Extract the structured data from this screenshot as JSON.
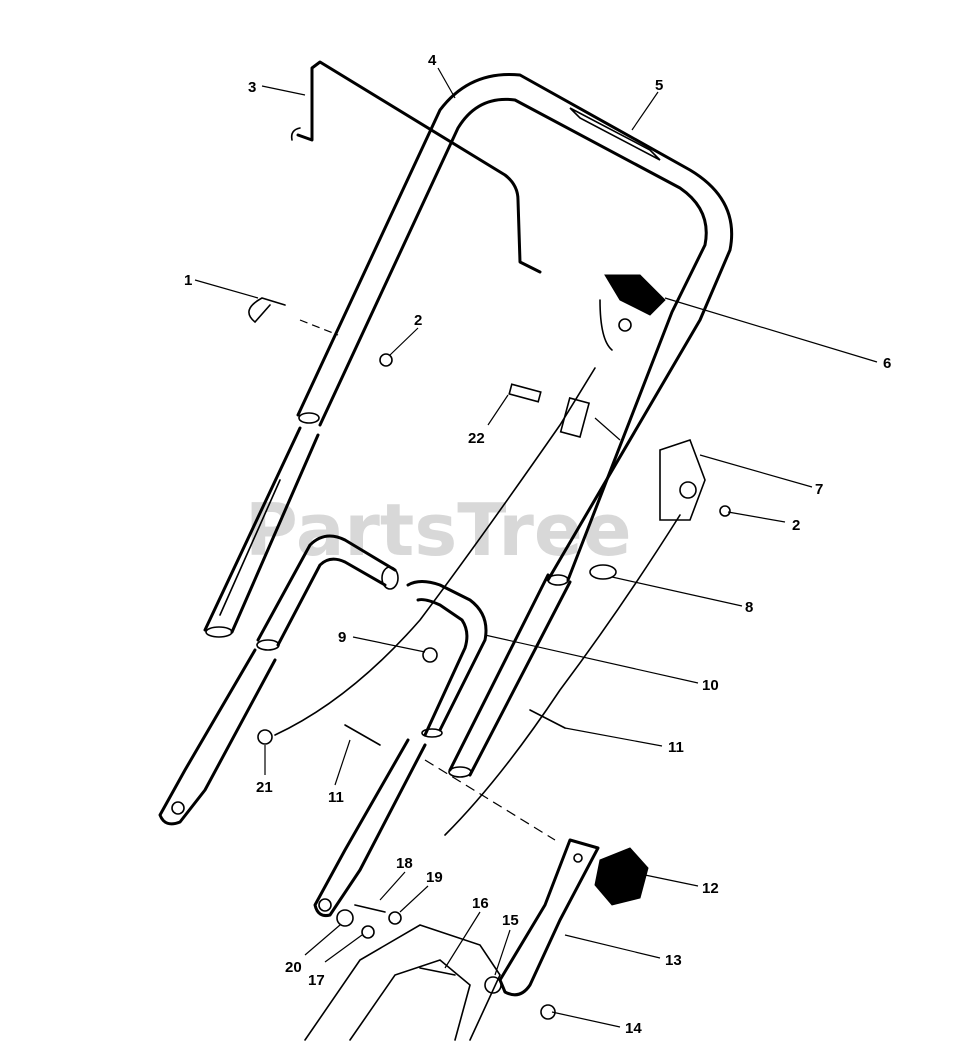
{
  "watermark": "PartsTree",
  "callouts": [
    {
      "id": "c1",
      "label": "1"
    },
    {
      "id": "c2a",
      "label": "2"
    },
    {
      "id": "c2b",
      "label": "2"
    },
    {
      "id": "c3",
      "label": "3"
    },
    {
      "id": "c4",
      "label": "4"
    },
    {
      "id": "c5",
      "label": "5"
    },
    {
      "id": "c6",
      "label": "6"
    },
    {
      "id": "c7",
      "label": "7"
    },
    {
      "id": "c8",
      "label": "8"
    },
    {
      "id": "c9",
      "label": "9"
    },
    {
      "id": "c10",
      "label": "10"
    },
    {
      "id": "c11a",
      "label": "11"
    },
    {
      "id": "c11b",
      "label": "11"
    },
    {
      "id": "c12",
      "label": "12"
    },
    {
      "id": "c13",
      "label": "13"
    },
    {
      "id": "c14",
      "label": "14"
    },
    {
      "id": "c15",
      "label": "15"
    },
    {
      "id": "c16",
      "label": "16"
    },
    {
      "id": "c17",
      "label": "17"
    },
    {
      "id": "c18",
      "label": "18"
    },
    {
      "id": "c19",
      "label": "19"
    },
    {
      "id": "c20",
      "label": "20"
    },
    {
      "id": "c21",
      "label": "21"
    },
    {
      "id": "c22",
      "label": "22"
    }
  ]
}
